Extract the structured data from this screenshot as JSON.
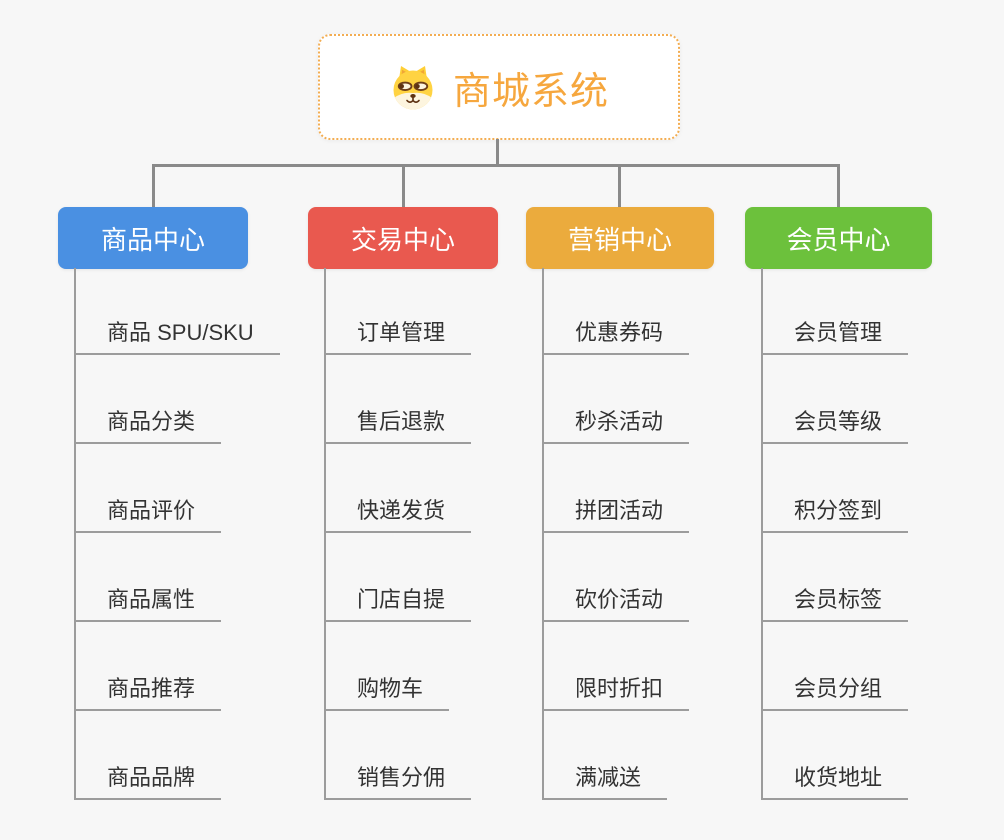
{
  "root": {
    "title": "商城系统",
    "icon": "shiba-dog-icon"
  },
  "branches": [
    {
      "label": "商品中心",
      "color": "#4a90e2",
      "items": [
        "商品 SPU/SKU",
        "商品分类",
        "商品评价",
        "商品属性",
        "商品推荐",
        "商品品牌"
      ]
    },
    {
      "label": "交易中心",
      "color": "#e9594f",
      "items": [
        "订单管理",
        "售后退款",
        "快递发货",
        "门店自提",
        "购物车",
        "销售分佣"
      ]
    },
    {
      "label": "营销中心",
      "color": "#ebab3d",
      "items": [
        "优惠券码",
        "秒杀活动",
        "拼团活动",
        "砍价活动",
        "限时折扣",
        "满减送"
      ]
    },
    {
      "label": "会员中心",
      "color": "#6cc13c",
      "items": [
        "会员管理",
        "会员等级",
        "积分签到",
        "会员标签",
        "会员分组",
        "收货地址"
      ]
    }
  ],
  "colors": {
    "background": "#f7f7f7",
    "connector_line": "#8a8a8a",
    "leaf_line": "#9c9c9c",
    "leaf_text": "#333333",
    "header_text": "#ffffff",
    "root_border": "#f3ad52",
    "root_text": "#f6a73e"
  }
}
